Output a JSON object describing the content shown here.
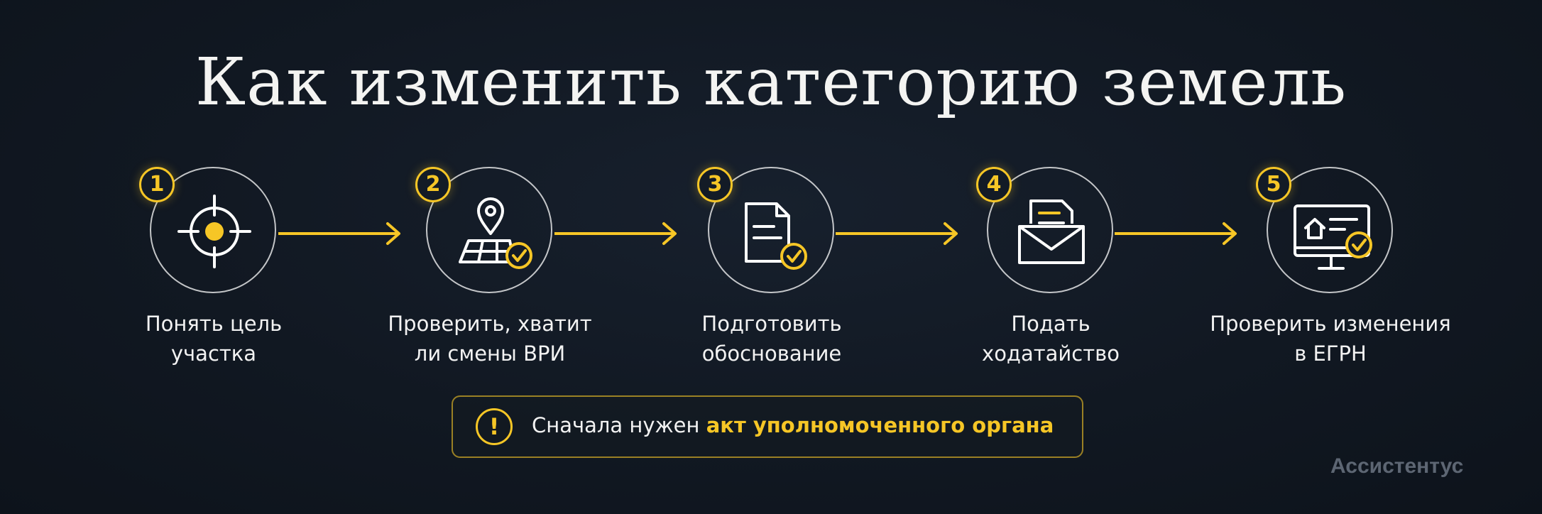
{
  "title": "Как изменить категорию земель",
  "steps": [
    {
      "number": "1",
      "icon": "target-icon",
      "label_line1": "Понять цель",
      "label_line2": "участка"
    },
    {
      "number": "2",
      "icon": "map-pin-check-icon",
      "label_line1": "Проверить, хватит",
      "label_line2": "ли смены ВРИ"
    },
    {
      "number": "3",
      "icon": "document-check-icon",
      "label_line1": "Подготовить",
      "label_line2": "обоснование"
    },
    {
      "number": "4",
      "icon": "envelope-letter-icon",
      "label_line1": "Подать",
      "label_line2": "ходатайство"
    },
    {
      "number": "5",
      "icon": "monitor-house-check-icon",
      "label_line1": "Проверить изменения",
      "label_line2": "в ЕГРН"
    }
  ],
  "callout": {
    "icon": "warning-icon",
    "warn_symbol": "!",
    "text_prefix": "Сначала нужен ",
    "text_highlight": "акт уполномоченного органа"
  },
  "brand": "Ассистентус",
  "colors": {
    "accent": "#f6c626",
    "background": "#111822",
    "text": "#f2f2f2"
  }
}
